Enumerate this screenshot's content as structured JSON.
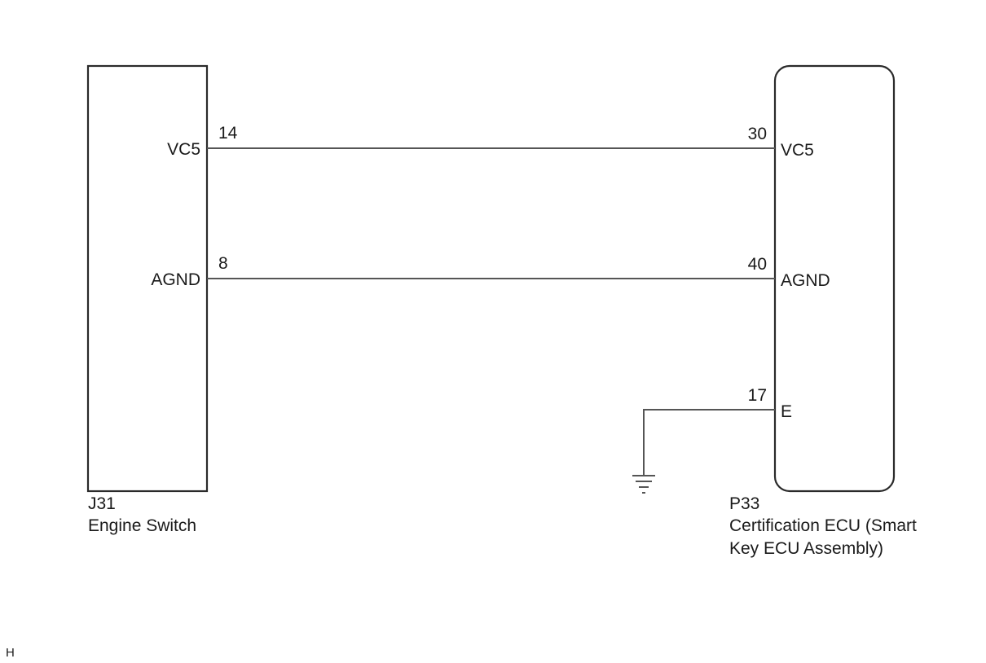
{
  "left_component": {
    "connector": "J31",
    "name": "Engine Switch",
    "pins": [
      {
        "label": "VC5",
        "number": "14"
      },
      {
        "label": "AGND",
        "number": "8"
      }
    ]
  },
  "right_component": {
    "connector": "P33",
    "name_line1": "Certification ECU (Smart",
    "name_line2": "Key ECU Assembly)",
    "pins": [
      {
        "label": "VC5",
        "number": "30"
      },
      {
        "label": "AGND",
        "number": "40"
      },
      {
        "label": "E",
        "number": "17"
      }
    ]
  },
  "footer_mark": "H"
}
